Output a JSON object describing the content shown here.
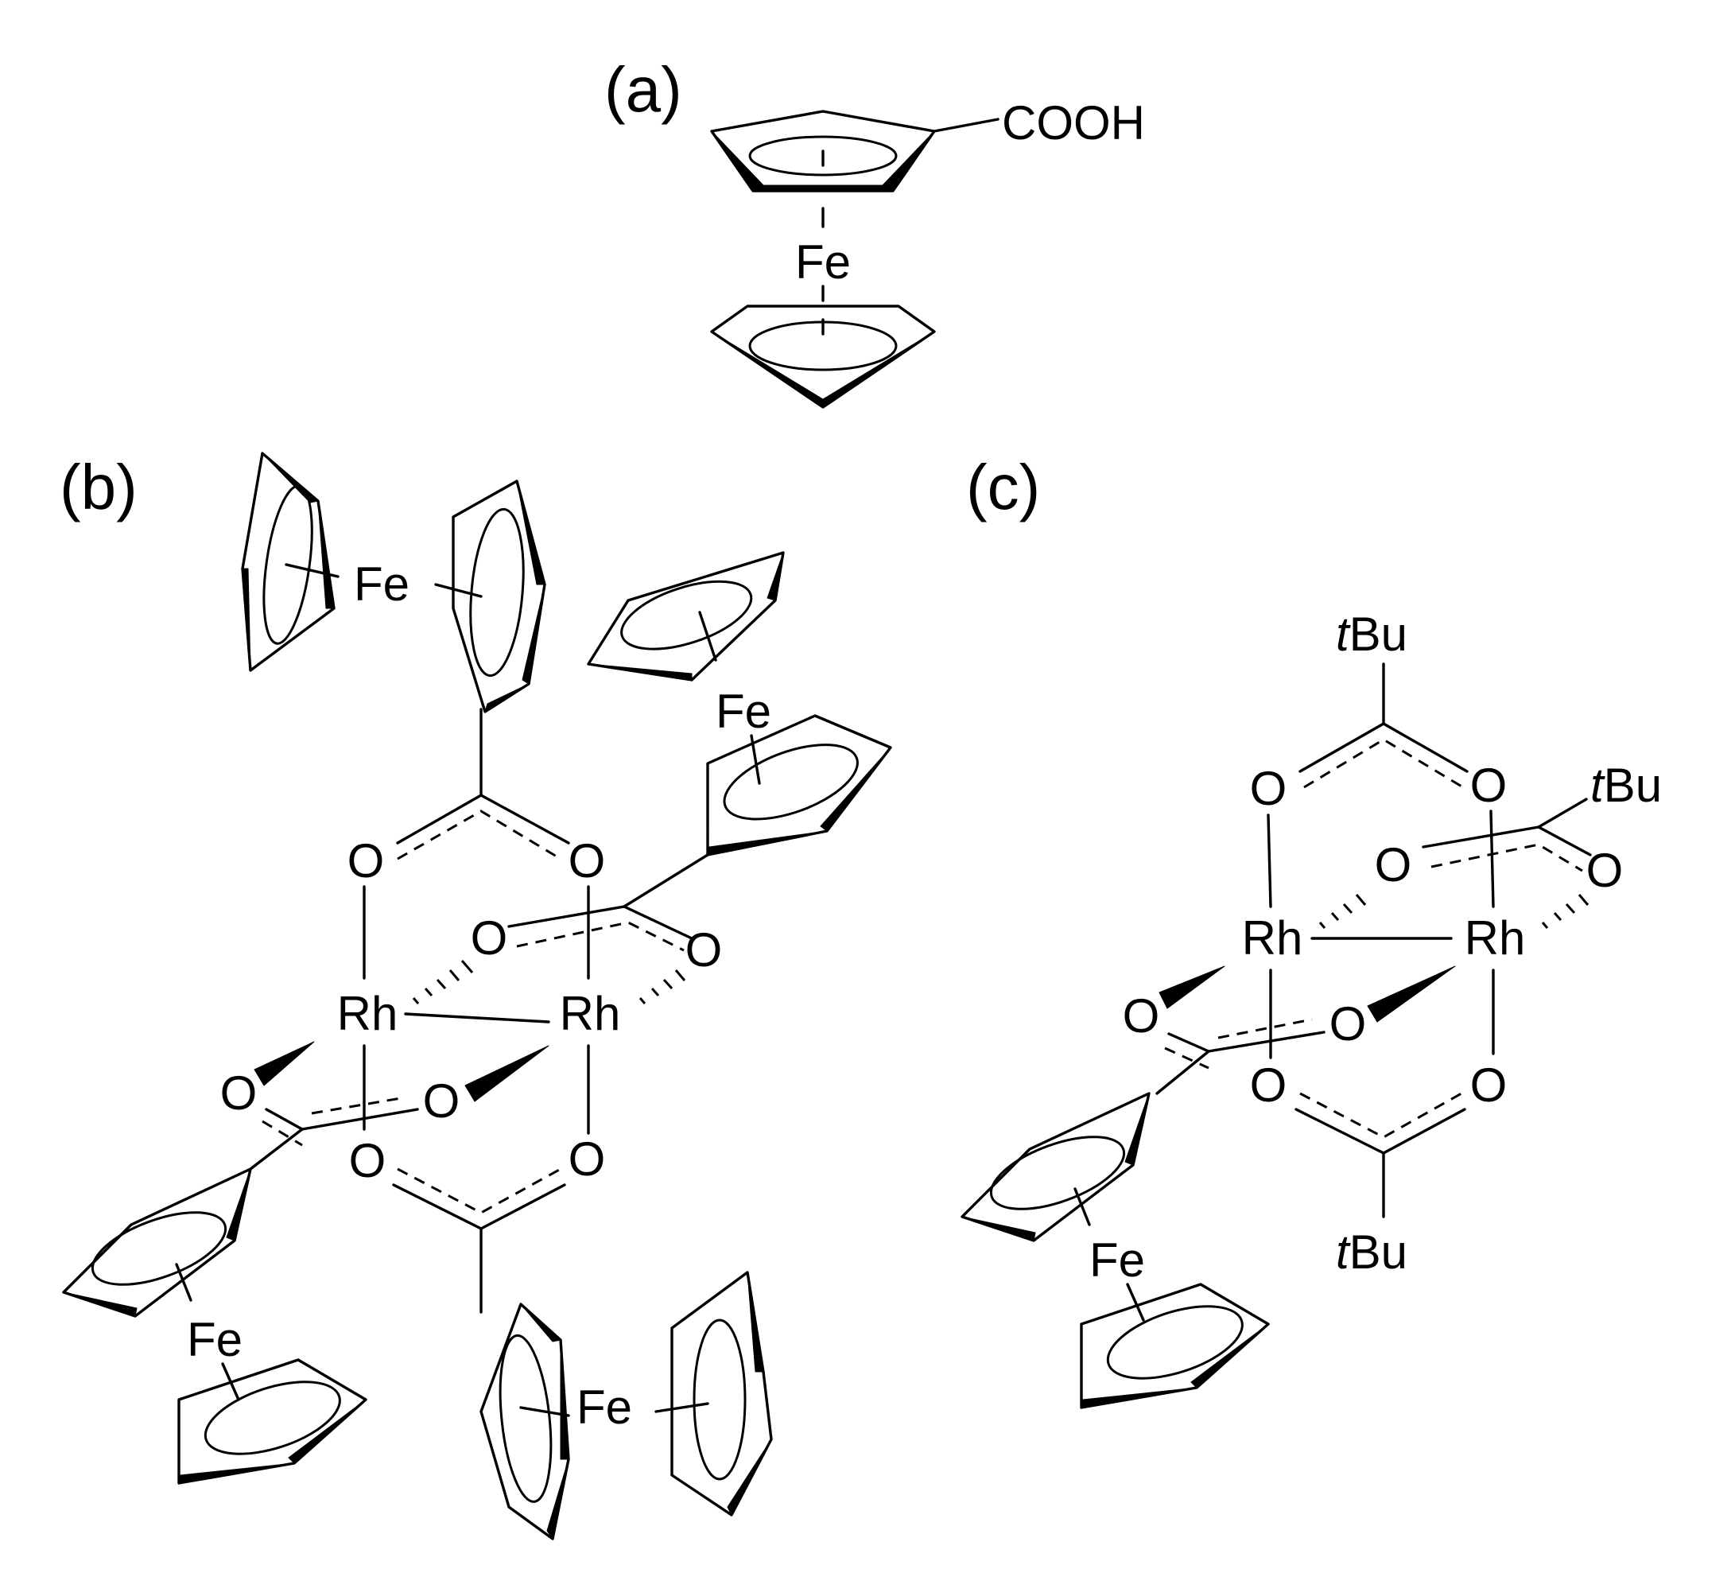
{
  "panels": [
    {
      "id": "a",
      "panel_label": "(a)",
      "atoms": [
        {
          "key": "substituent",
          "text": "COOH"
        },
        {
          "key": "metal",
          "text": "Fe"
        }
      ]
    },
    {
      "id": "b",
      "panel_label": "(b)",
      "atoms": [
        {
          "key": "fe_top_left",
          "text": "Fe"
        },
        {
          "key": "fe_top_right",
          "text": "Fe"
        },
        {
          "key": "fe_bottom_left",
          "text": "Fe"
        },
        {
          "key": "fe_bottom",
          "text": "Fe"
        },
        {
          "key": "rh_left",
          "text": "Rh"
        },
        {
          "key": "rh_right",
          "text": "Rh"
        },
        {
          "key": "o_top_left",
          "text": "O"
        },
        {
          "key": "o_top_right",
          "text": "O"
        },
        {
          "key": "o_back_left",
          "text": "O"
        },
        {
          "key": "o_back_right",
          "text": "O"
        },
        {
          "key": "o_front_left",
          "text": "O"
        },
        {
          "key": "o_front_right",
          "text": "O"
        },
        {
          "key": "o_bottom_left",
          "text": "O"
        },
        {
          "key": "o_bottom_right",
          "text": "O"
        }
      ]
    },
    {
      "id": "c",
      "panel_label": "(c)",
      "atoms": [
        {
          "key": "tbu_top",
          "text": "tBu"
        },
        {
          "key": "tbu_right",
          "text": "tBu"
        },
        {
          "key": "tbu_bottom",
          "text": "tBu"
        },
        {
          "key": "fe",
          "text": "Fe"
        },
        {
          "key": "rh_left",
          "text": "Rh"
        },
        {
          "key": "rh_right",
          "text": "Rh"
        },
        {
          "key": "o_top_left",
          "text": "O"
        },
        {
          "key": "o_top_right",
          "text": "O"
        },
        {
          "key": "o_back_left",
          "text": "O"
        },
        {
          "key": "o_back_right",
          "text": "O"
        },
        {
          "key": "o_front_left",
          "text": "O"
        },
        {
          "key": "o_front_right",
          "text": "O"
        },
        {
          "key": "o_bottom_left",
          "text": "O"
        },
        {
          "key": "o_bottom_right",
          "text": "O"
        }
      ]
    }
  ]
}
